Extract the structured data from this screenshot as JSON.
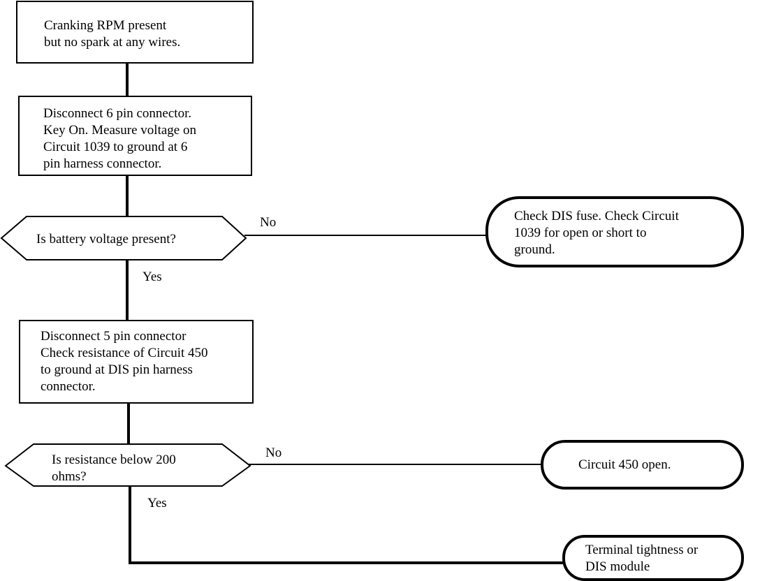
{
  "nodes": {
    "start": {
      "lines": [
        "Cranking RPM present",
        "but no spark at any wires."
      ]
    },
    "step1": {
      "lines": [
        "Disconnect 6 pin connector.",
        "Key On. Measure voltage on",
        "Circuit 1039 to ground at 6",
        "pin harness connector."
      ]
    },
    "decision1": {
      "lines": [
        "Is battery voltage present?"
      ]
    },
    "result1": {
      "lines": [
        "Check DIS fuse. Check Circuit",
        "1039 for open or short to",
        "ground."
      ]
    },
    "step2": {
      "lines": [
        "Disconnect 5 pin connector",
        "Check resistance of Circuit 450",
        "to ground at DIS  pin harness",
        "connector."
      ]
    },
    "decision2": {
      "lines": [
        "Is resistance below 200",
        "ohms?"
      ]
    },
    "result2": {
      "lines": [
        "Circuit 450 open."
      ]
    },
    "result3": {
      "lines": [
        "Terminal tightness or",
        "DIS module"
      ]
    }
  },
  "edges": {
    "no1": "No",
    "yes1": "Yes",
    "no2": "No",
    "yes2": "Yes"
  }
}
